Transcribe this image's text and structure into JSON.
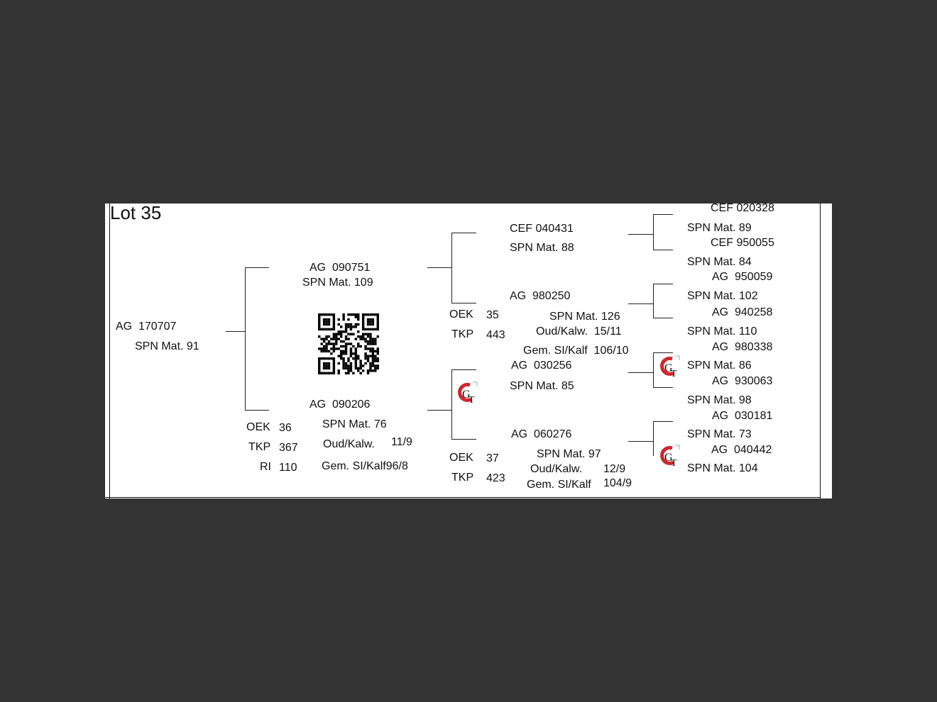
{
  "title": "Lot 35",
  "subject": {
    "id": "AG  170707",
    "spn": "SPN Mat. 91"
  },
  "sire": {
    "id": "AG  090751",
    "spn": "SPN Mat. 109"
  },
  "dam": {
    "id": "AG  090206",
    "spn": "SPN Mat. 76",
    "oek_label": "OEK",
    "oek": "36",
    "tkp_label": "TKP",
    "tkp": "367",
    "ri_label": "RI",
    "ri": "110",
    "oud_label": "Oud/Kalw.",
    "oud": "11/9",
    "gem": "Gem. SI/Kalf96/8"
  },
  "sire_sire": {
    "id": "CEF 040431",
    "spn": "SPN Mat. 88"
  },
  "sire_dam": {
    "id": "AG  980250",
    "oek_label": "OEK",
    "oek": "35",
    "tkp_label": "TKP",
    "tkp": "443",
    "spn": "SPN Mat. 126",
    "oud": "Oud/Kalw.  15/11",
    "gem": "Gem. SI/Kalf  106/10"
  },
  "dam_sire": {
    "id": "AG  030256",
    "spn": "SPN Mat. 85"
  },
  "dam_dam": {
    "id": "AG  060276",
    "oek_label": "OEK",
    "oek": "37",
    "tkp_label": "TKP",
    "tkp": "423",
    "spn": "SPN Mat. 97",
    "oud_label": "Oud/Kalw.",
    "oud": "12/9",
    "gem_label": "Gem. SI/Kalf",
    "gem": "104/9"
  },
  "gen4": [
    {
      "id": "CEF 020328",
      "spn": "SPN Mat. 89"
    },
    {
      "id": "CEF 950055",
      "spn": "SPN Mat. 84"
    },
    {
      "id": "AG  950059",
      "spn": "SPN Mat. 102"
    },
    {
      "id": "AG  940258",
      "spn": "SPN Mat. 110"
    },
    {
      "id": "AG  980338",
      "spn": "SPN Mat. 86"
    },
    {
      "id": "AG  930063",
      "spn": "SPN Mat. 98"
    },
    {
      "id": "AG  030181",
      "spn": "SPN Mat. 73"
    },
    {
      "id": "AG  040442",
      "spn": "SPN Mat. 104"
    }
  ],
  "logo_text": "GT",
  "colors": {
    "logo_red": "#d0262b",
    "background": "#333333",
    "paper": "#ffffff"
  }
}
